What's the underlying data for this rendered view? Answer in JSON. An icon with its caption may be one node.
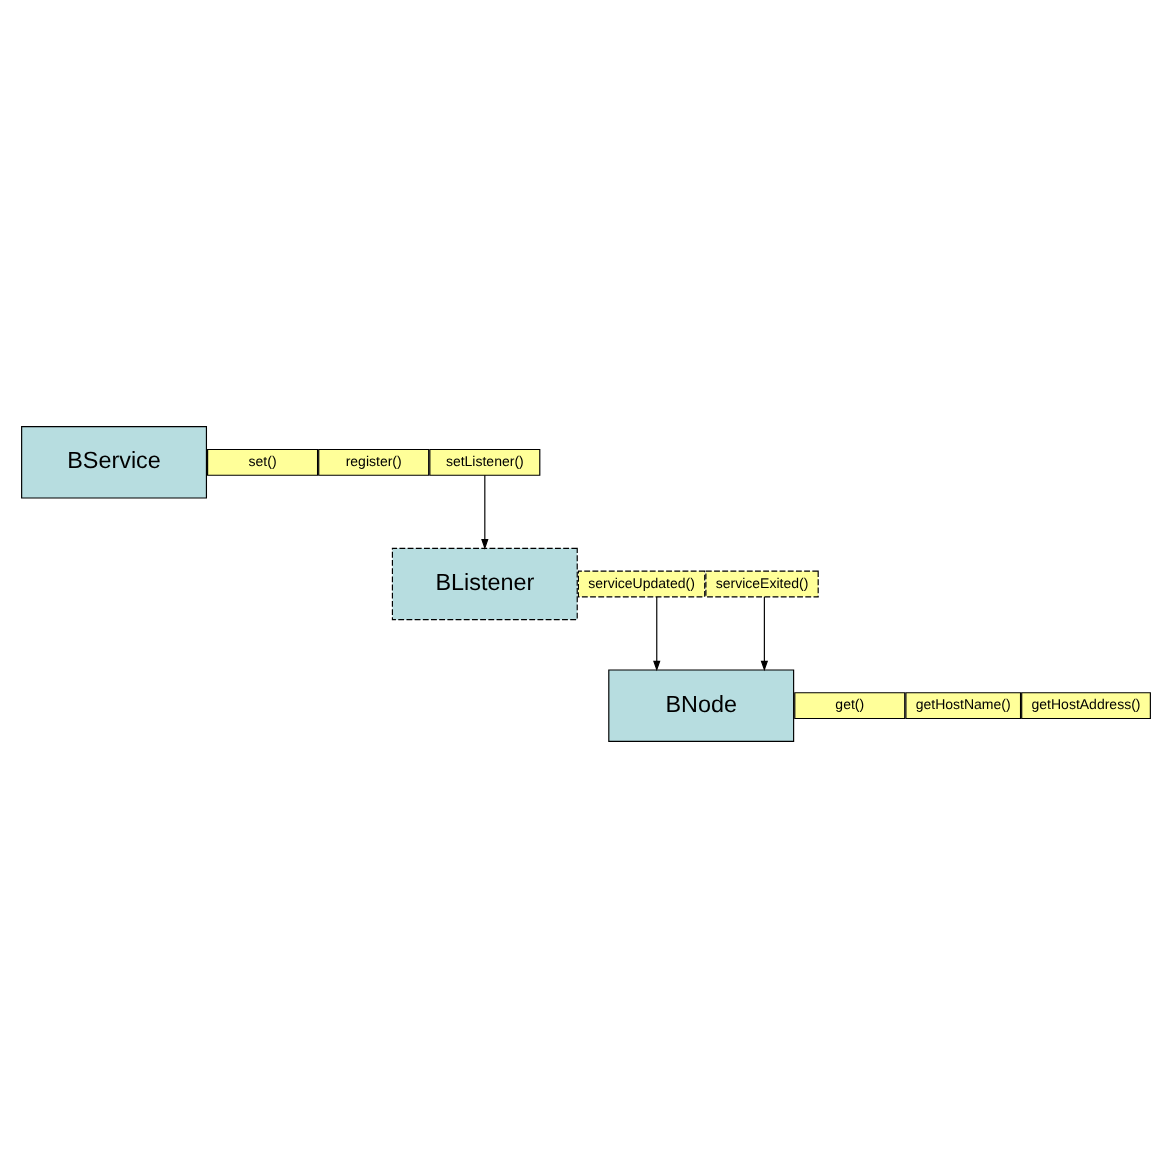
{
  "diagram": {
    "nodes": [
      {
        "text": [
          "BService"
        ]
      },
      {
        "text": [
          "set()"
        ]
      },
      {
        "text": [
          "register()"
        ]
      },
      {
        "text": [
          "setListener()"
        ]
      },
      {
        "text": [
          "BListener"
        ]
      },
      {
        "text": [
          "serviceUpdated()"
        ]
      },
      {
        "text": [
          "serviceExited()"
        ]
      },
      {
        "text": [
          "BNode"
        ]
      },
      {
        "text": [
          "get()"
        ]
      },
      {
        "text": [
          "getHostName()"
        ]
      },
      {
        "text": [
          "getHostAddress()"
        ]
      }
    ],
    "edges": [
      {
        "from": 3,
        "to": 4,
        "arrow": "to"
      },
      {
        "from": 5,
        "to": 7,
        "arrow": "to"
      },
      {
        "from": 6,
        "to": 7,
        "arrow": "to"
      }
    ]
  }
}
